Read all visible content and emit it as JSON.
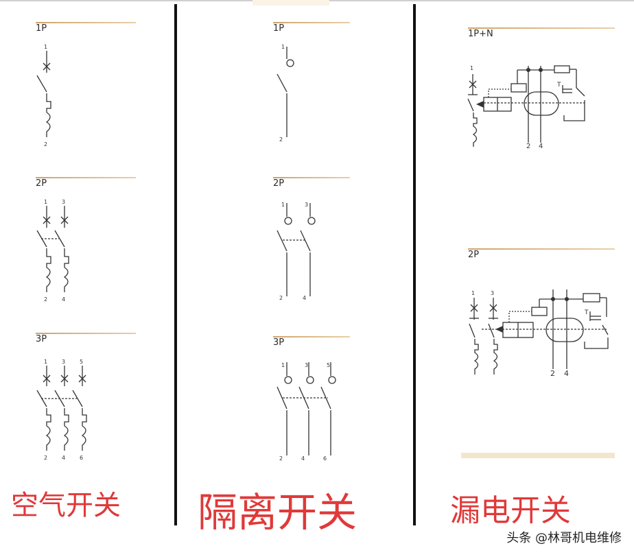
{
  "breaker": {
    "caption": "空气开关",
    "units": [
      {
        "label": "1P",
        "terminals_top": [
          "1"
        ],
        "terminals_bottom": [
          "2"
        ]
      },
      {
        "label": "2P",
        "terminals_top": [
          "1",
          "3"
        ],
        "terminals_bottom": [
          "2",
          "4"
        ]
      },
      {
        "label": "3P",
        "terminals_top": [
          "1",
          "3",
          "5"
        ],
        "terminals_bottom": [
          "2",
          "4",
          "6"
        ]
      }
    ]
  },
  "isolator": {
    "caption": "隔离开关",
    "units": [
      {
        "label": "1P",
        "terminals_top": [
          "1"
        ],
        "terminals_bottom": [
          "2"
        ]
      },
      {
        "label": "2P",
        "terminals_top": [
          "1",
          "3"
        ],
        "terminals_bottom": [
          "2",
          "4"
        ]
      },
      {
        "label": "3P",
        "terminals_top": [
          "1",
          "3",
          "5"
        ],
        "terminals_bottom": [
          "2",
          "4",
          "6"
        ]
      }
    ]
  },
  "rcd": {
    "caption": "漏电开关",
    "units": [
      {
        "label": "1P+N",
        "terminals_top": [
          "1"
        ],
        "terminals_bottom": [
          "2",
          "4"
        ],
        "test_label": "T"
      },
      {
        "label": "2P",
        "terminals_top": [
          "1",
          "3"
        ],
        "terminals_bottom": [
          "2",
          "4"
        ],
        "test_label": "T"
      }
    ]
  },
  "watermark": "头条 @林哥机电维修",
  "colors": {
    "caption": "#e03939",
    "divider": "#111111",
    "label_rule": "#cfa46a"
  }
}
